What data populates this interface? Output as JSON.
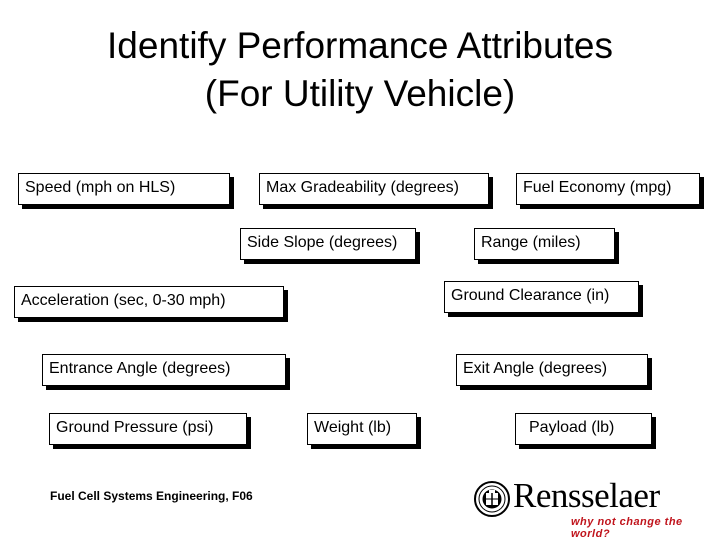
{
  "slide": {
    "title_line1": "Identify Performance Attributes",
    "title_line2": "(For Utility Vehicle)"
  },
  "attributes": {
    "speed": "Speed (mph on HLS)",
    "max_gradeability": "Max Gradeability (degrees)",
    "fuel_economy": "Fuel Economy (mpg)",
    "side_slope": "Side Slope (degrees)",
    "range": "Range (miles)",
    "acceleration": "Acceleration (sec, 0-30 mph)",
    "ground_clearance": "Ground Clearance (in)",
    "entrance_angle": "Entrance Angle (degrees)",
    "exit_angle": "Exit Angle (degrees)",
    "ground_pressure": "Ground Pressure (psi)",
    "weight": "Weight (lb)",
    "payload": "Payload (lb)"
  },
  "footer": {
    "course": "Fuel Cell Systems Engineering, F06"
  },
  "logo": {
    "wordmark": "Rensselaer",
    "tagline": "why not change the world?",
    "tagline_color": "#c0141c",
    "icon": "rensselaer-seal-icon"
  }
}
